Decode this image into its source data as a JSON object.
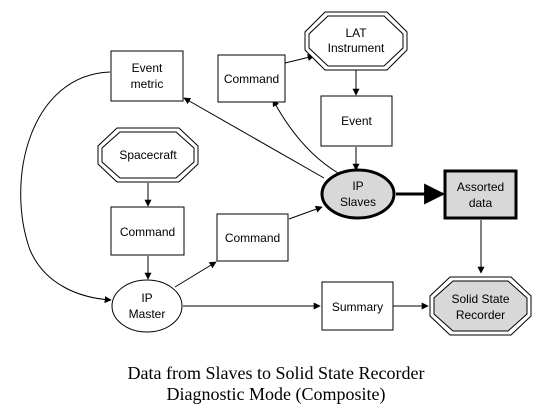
{
  "diagram": {
    "nodes": {
      "lat_instrument": [
        "LAT",
        "Instrument"
      ],
      "command_top": "Command",
      "event_metric": [
        "Event",
        "metric"
      ],
      "event": "Event",
      "spacecraft": "Spacecraft",
      "ip_slaves": [
        "IP",
        "Slaves"
      ],
      "assorted_data": [
        "Assorted",
        "data"
      ],
      "command_left": "Command",
      "command_mid": "Command",
      "ip_master": [
        "IP",
        "Master"
      ],
      "summary": "Summary",
      "solid_state_recorder": [
        "Solid State",
        "Recorder"
      ]
    },
    "caption": {
      "line1": "Data from Slaves to Solid State Recorder",
      "line2": "Diagnostic Mode (Composite)"
    },
    "colors": {
      "stroke": "#000000",
      "highlight_fill": "#d8d8d8",
      "background": "#ffffff"
    }
  }
}
